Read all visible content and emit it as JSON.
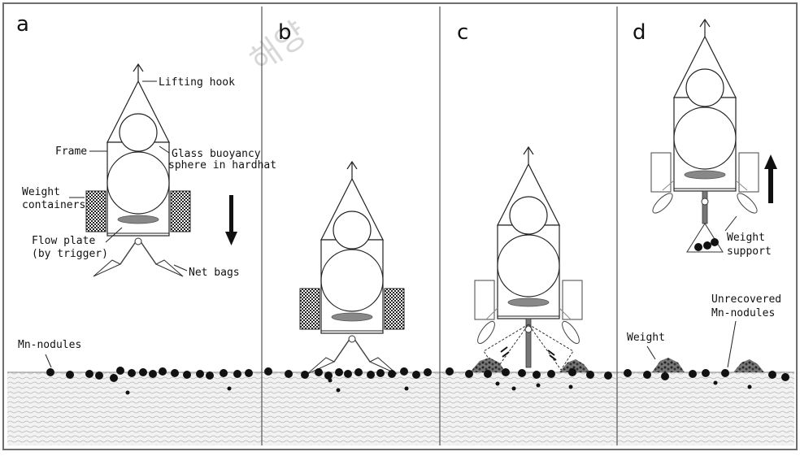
{
  "panels": [
    {
      "letter": "a"
    },
    {
      "letter": "b"
    },
    {
      "letter": "c"
    },
    {
      "letter": "d"
    }
  ],
  "labels": {
    "lifting_hook": "Lifting hook",
    "frame": "Frame",
    "glass_sphere_line1": "Glass buoyancy",
    "glass_sphere_line2": "sphere in hardhat",
    "weight_containers_line1": "Weight",
    "weight_containers_line2": "containers",
    "flow_plate_line1": "Flow plate",
    "flow_plate_line2": "(by trigger)",
    "net_bags": "Net bags",
    "mn_nodules": "Mn-nodules",
    "weight": "Weight",
    "unrecovered_line1": "Unrecovered",
    "unrecovered_line2": "Mn-nodules",
    "weight_support_line1": "Weight",
    "weight_support_line2": "support"
  },
  "watermark": "해양"
}
